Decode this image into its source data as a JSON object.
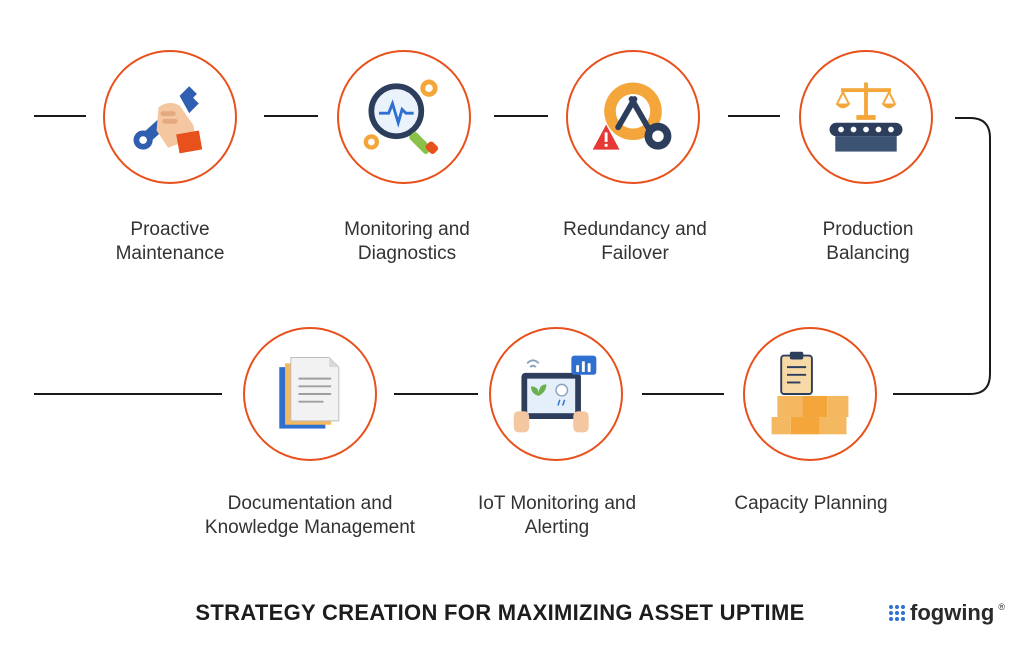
{
  "title": "STRATEGY CREATION FOR MAXIMIZING ASSET UPTIME",
  "brand": {
    "name": "fogwing",
    "reg": "®"
  },
  "steps": [
    {
      "label_line1": "Proactive",
      "label_line2": "Maintenance",
      "icon": "wrench-hand-icon"
    },
    {
      "label_line1": "Monitoring and",
      "label_line2": "Diagnostics",
      "icon": "magnifier-gear-icon"
    },
    {
      "label_line1": "Redundancy and",
      "label_line2": "Failover",
      "icon": "gear-wrench-warning-icon"
    },
    {
      "label_line1": "Production",
      "label_line2": "Balancing",
      "icon": "scales-conveyor-icon"
    },
    {
      "label_line1": "Capacity Planning",
      "label_line2": "",
      "icon": "clipboard-boxes-icon"
    },
    {
      "label_line1": "IoT Monitoring and",
      "label_line2": "Alerting",
      "icon": "tablet-plant-icon"
    },
    {
      "label_line1": "Documentation and",
      "label_line2": "Knowledge Management",
      "icon": "document-stack-icon"
    }
  ],
  "colors": {
    "accent": "#e8501c",
    "line": "#1a1a1a",
    "text": "#333333"
  }
}
